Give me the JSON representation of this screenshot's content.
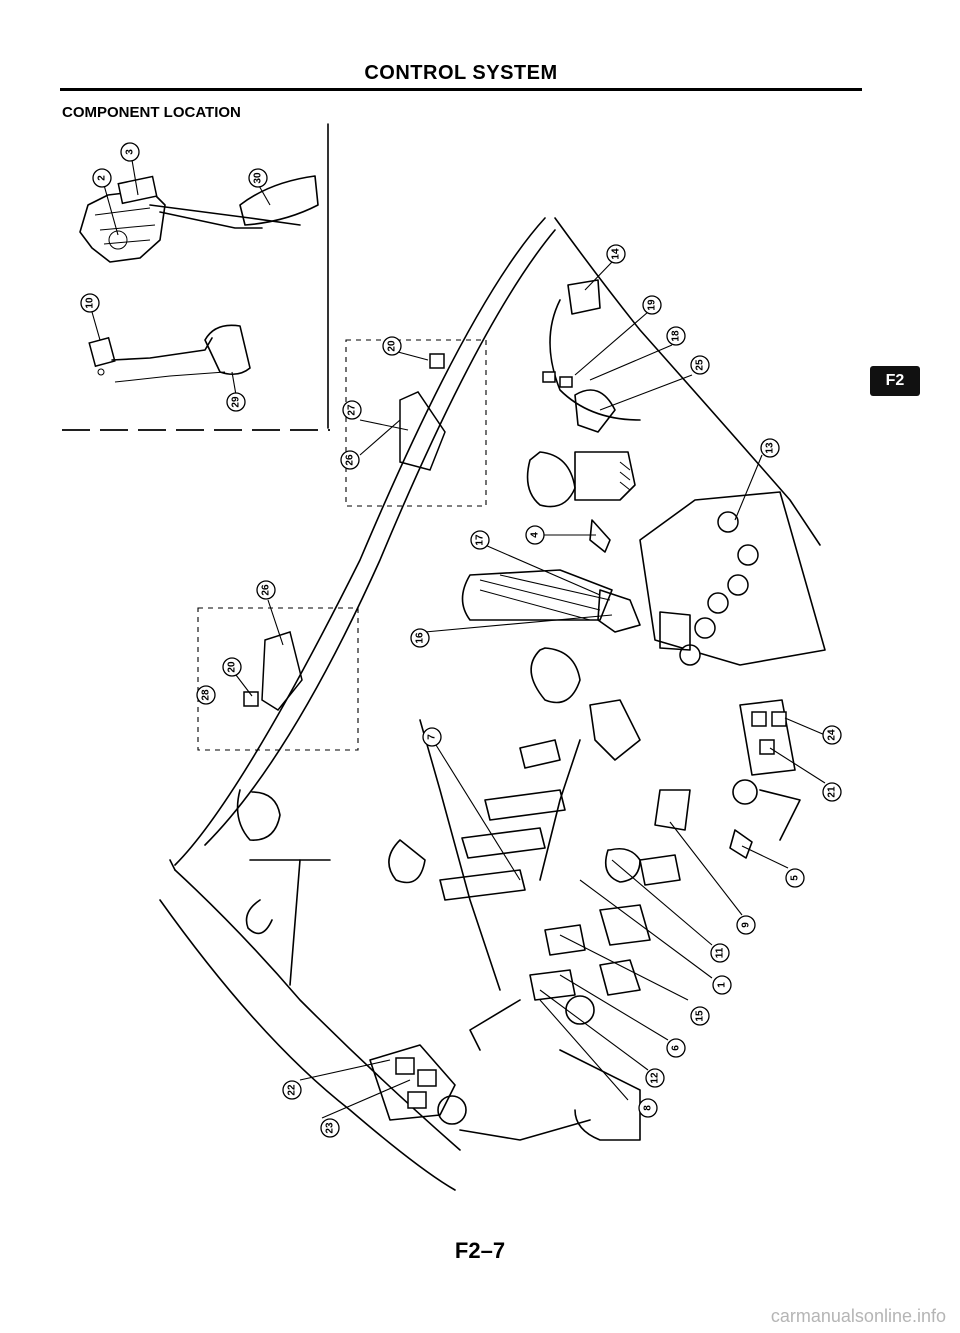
{
  "header": {
    "title": "CONTROL SYSTEM"
  },
  "section": {
    "title": "COMPONENT LOCATION"
  },
  "tab": {
    "label": "F2"
  },
  "footer": {
    "page_number": "F2–7"
  },
  "watermark": {
    "text": "carmanualsonline.info"
  },
  "callouts": [
    "1",
    "2",
    "3",
    "4",
    "5",
    "6",
    "7",
    "8",
    "9",
    "10",
    "11",
    "12",
    "13",
    "14",
    "15",
    "16",
    "17",
    "18",
    "19",
    "20",
    "21",
    "22",
    "23",
    "24",
    "25",
    "26",
    "27",
    "28",
    "29",
    "30"
  ]
}
